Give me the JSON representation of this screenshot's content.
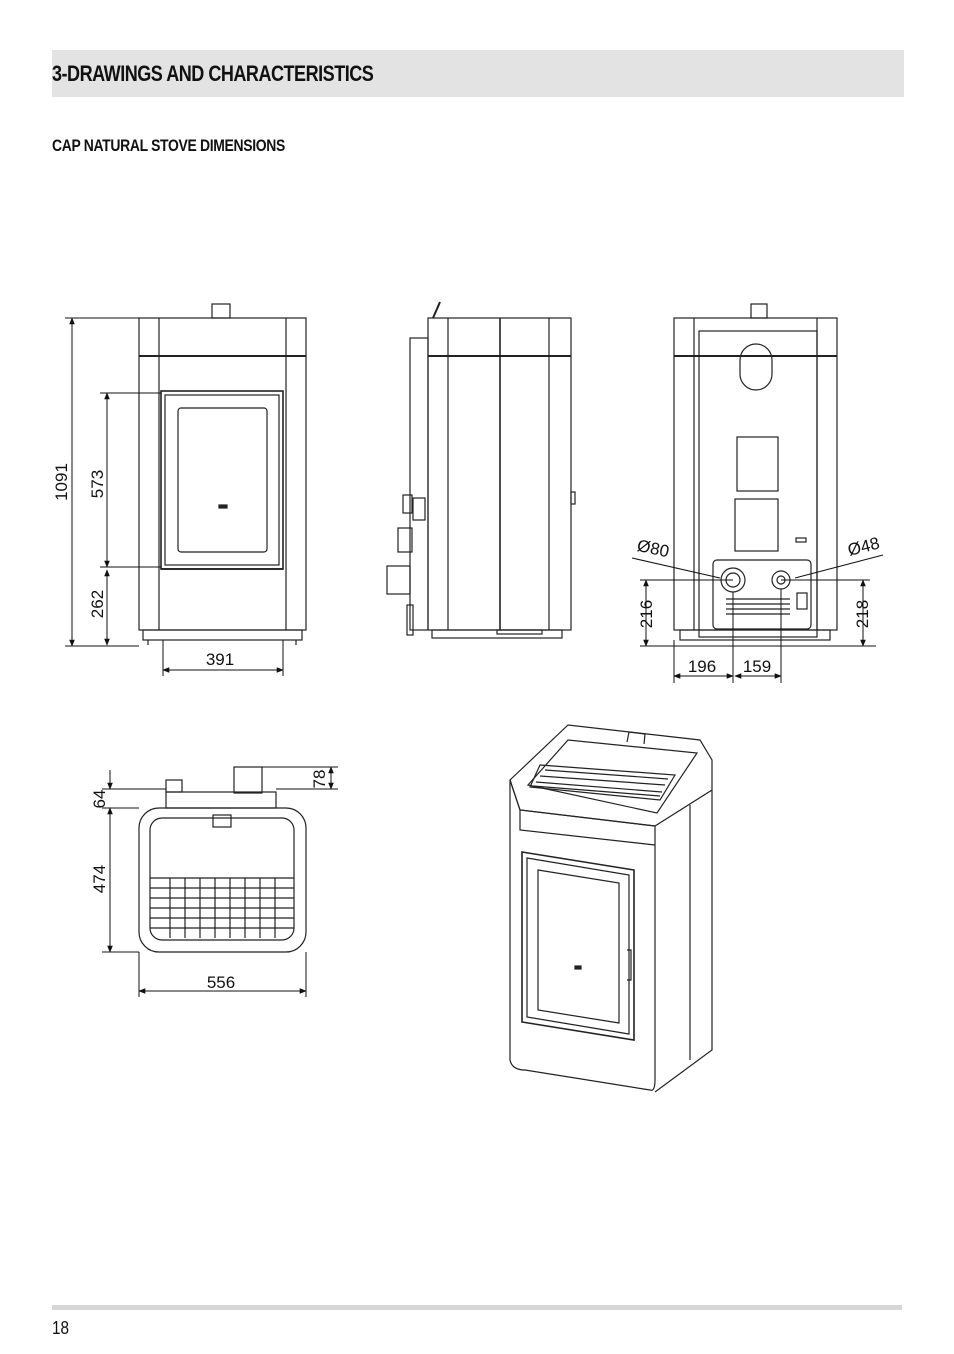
{
  "header": {
    "title": "3-DRAWINGS AND CHARACTERISTICS"
  },
  "section": {
    "subtitle": "CAP NATURAL STOVE DIMENSIONS"
  },
  "front_view": {
    "dim_total_height": "1091",
    "dim_glass_height": "573",
    "dim_base_height": "262",
    "dim_door_width": "391"
  },
  "rear_view": {
    "dim_flue_diameter": "Ø80",
    "dim_air_intake_diameter": "Ø48",
    "dim_flue_height": "216",
    "dim_air_intake_height": "218",
    "dim_flue_offset": "196",
    "dim_intake_spacing": "159"
  },
  "top_view": {
    "dim_rear_projection_small": "64",
    "dim_rear_projection_large": "78",
    "dim_depth": "474",
    "dim_width": "556"
  },
  "footer": {
    "page_number": "18"
  }
}
